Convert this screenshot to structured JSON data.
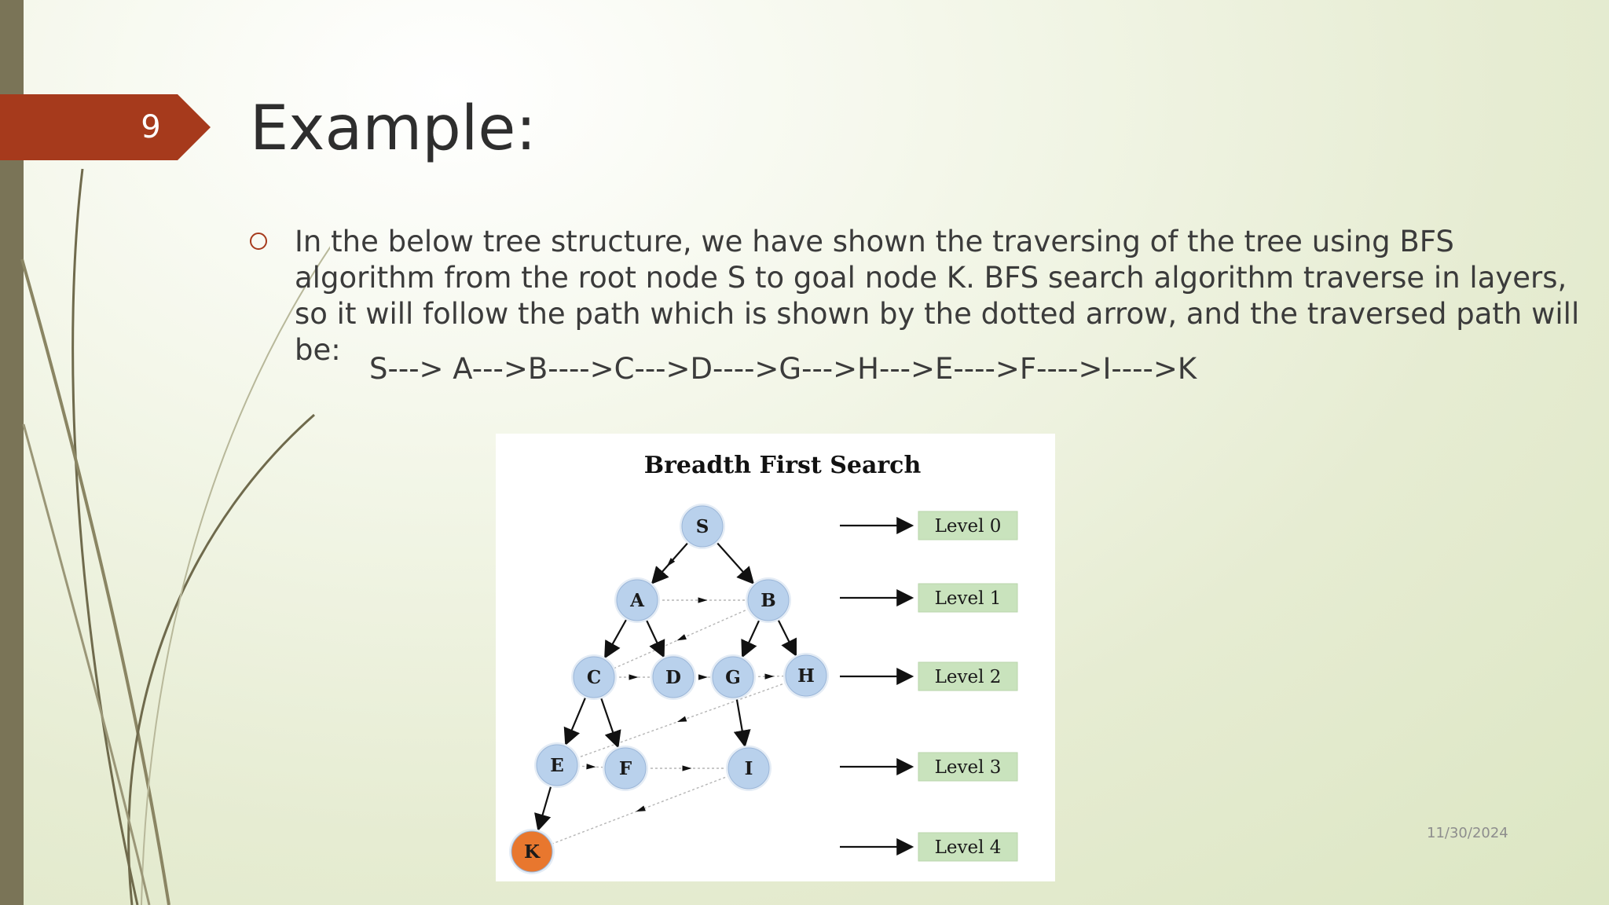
{
  "slide": {
    "number": "9",
    "title": "Example:",
    "body": "In the below tree structure, we have shown the traversing of the tree using BFS algorithm from the root node S to goal node K. BFS search algorithm traverse in layers, so it will follow the path which is shown by the dotted arrow, and the traversed path will be:",
    "path": "S---> A--->B---->C--->D---->G--->H--->E---->F---->I---->K",
    "date": "11/30/2024"
  },
  "colors": {
    "accent": "#a63a1c",
    "left_bar": "#7a7457",
    "node_fill": "#b9d1ec",
    "goal_fill": "#e8772e",
    "level_fill": "#c9e3bd"
  },
  "figure": {
    "title": "Breadth First Search",
    "nodes": [
      {
        "id": "S",
        "label": "S",
        "goal": false
      },
      {
        "id": "A",
        "label": "A",
        "goal": false
      },
      {
        "id": "B",
        "label": "B",
        "goal": false
      },
      {
        "id": "C",
        "label": "C",
        "goal": false
      },
      {
        "id": "D",
        "label": "D",
        "goal": false
      },
      {
        "id": "G",
        "label": "G",
        "goal": false
      },
      {
        "id": "H",
        "label": "H",
        "goal": false
      },
      {
        "id": "E",
        "label": "E",
        "goal": false
      },
      {
        "id": "F",
        "label": "F",
        "goal": false
      },
      {
        "id": "I",
        "label": "I",
        "goal": false
      },
      {
        "id": "K",
        "label": "K",
        "goal": true
      }
    ],
    "edges": [
      [
        "S",
        "A"
      ],
      [
        "S",
        "B"
      ],
      [
        "A",
        "C"
      ],
      [
        "A",
        "D"
      ],
      [
        "B",
        "G"
      ],
      [
        "B",
        "H"
      ],
      [
        "C",
        "E"
      ],
      [
        "C",
        "F"
      ],
      [
        "G",
        "I"
      ],
      [
        "E",
        "K"
      ]
    ],
    "traversal_order": [
      "S",
      "A",
      "B",
      "C",
      "D",
      "G",
      "H",
      "E",
      "F",
      "I",
      "K"
    ],
    "levels": [
      "Level 0",
      "Level 1",
      "Level 2",
      "Level 3",
      "Level 4"
    ]
  }
}
